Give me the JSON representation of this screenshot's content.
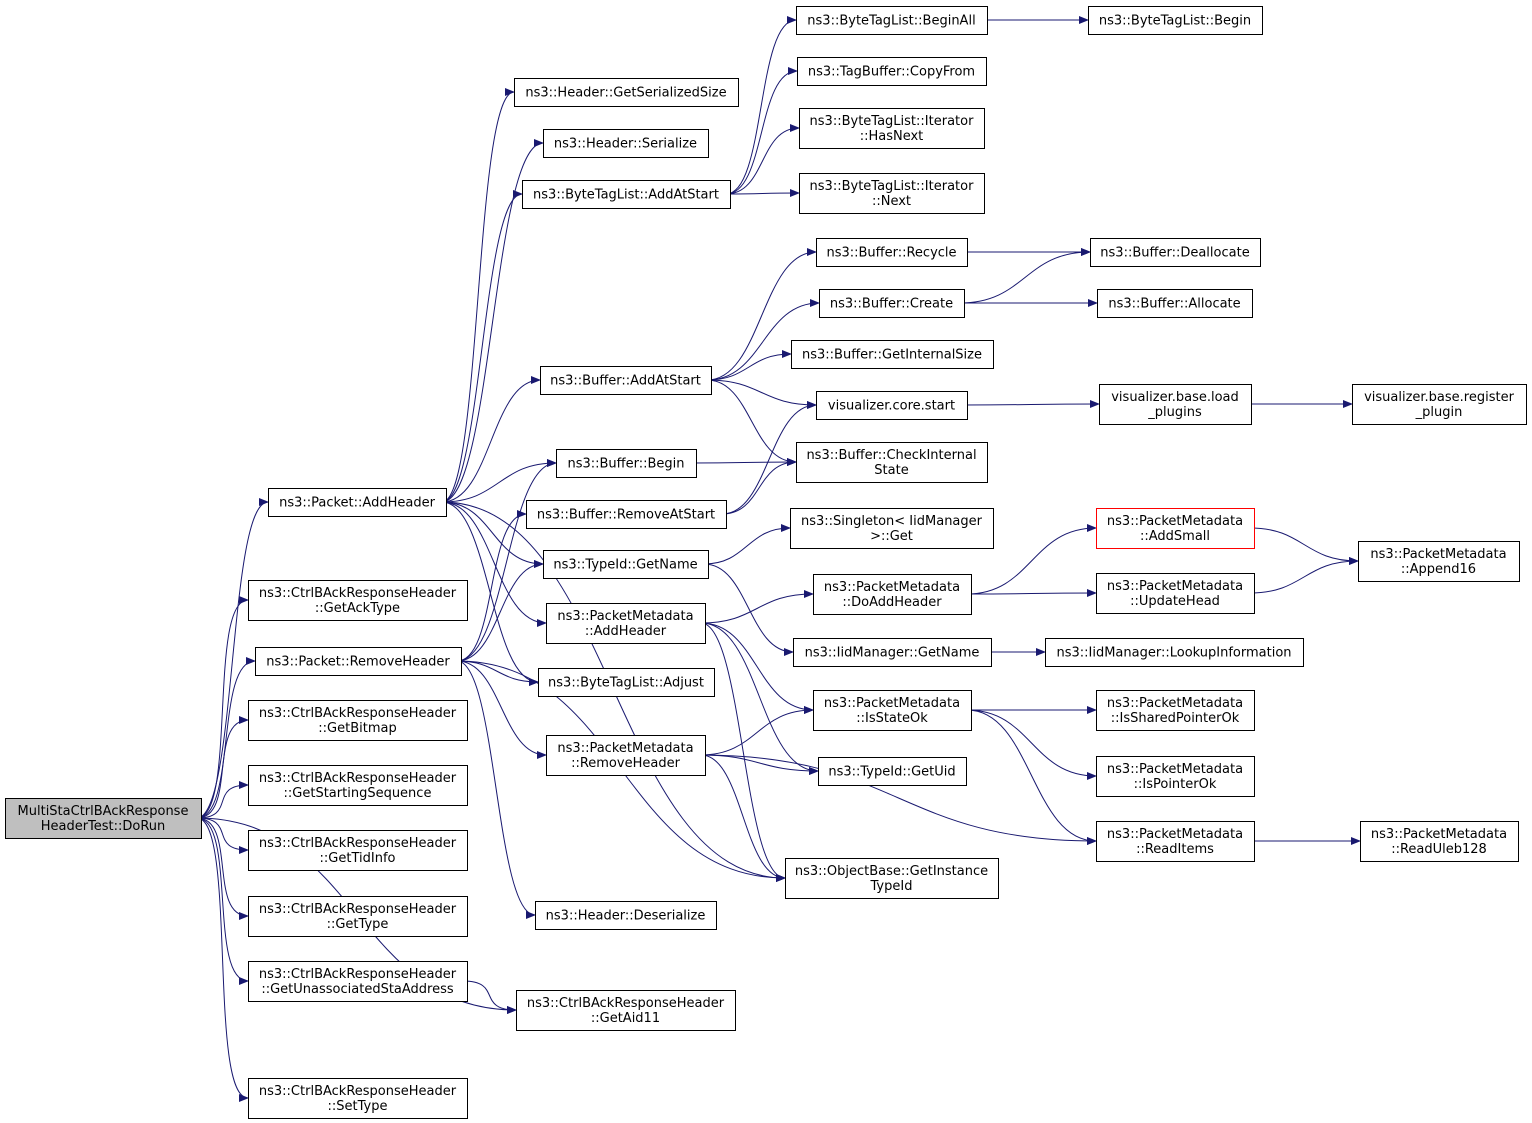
{
  "diagram": {
    "type": "call-graph",
    "nodes": [
      {
        "id": "root",
        "lines": [
          "MultiStaCtrlBAckResponse",
          "HeaderTest::DoRun"
        ],
        "root": true
      },
      {
        "id": "packet-addheader",
        "lines": [
          "ns3::Packet::AddHeader"
        ]
      },
      {
        "id": "ctrl-getacktype",
        "lines": [
          "ns3::CtrlBAckResponseHeader",
          "::GetAckType"
        ]
      },
      {
        "id": "packet-removeheader",
        "lines": [
          "ns3::Packet::RemoveHeader"
        ]
      },
      {
        "id": "ctrl-getbitmap",
        "lines": [
          "ns3::CtrlBAckResponseHeader",
          "::GetBitmap"
        ]
      },
      {
        "id": "ctrl-getstartingsequence",
        "lines": [
          "ns3::CtrlBAckResponseHeader",
          "::GetStartingSequence"
        ]
      },
      {
        "id": "ctrl-gettidinfo",
        "lines": [
          "ns3::CtrlBAckResponseHeader",
          "::GetTidInfo"
        ]
      },
      {
        "id": "ctrl-gettype",
        "lines": [
          "ns3::CtrlBAckResponseHeader",
          "::GetType"
        ]
      },
      {
        "id": "ctrl-getunassociatedstaaddress",
        "lines": [
          "ns3::CtrlBAckResponseHeader",
          "::GetUnassociatedStaAddress"
        ]
      },
      {
        "id": "ctrl-settype",
        "lines": [
          "ns3::CtrlBAckResponseHeader",
          "::SetType"
        ]
      },
      {
        "id": "header-getserializedsize",
        "lines": [
          "ns3::Header::GetSerializedSize"
        ]
      },
      {
        "id": "header-serialize",
        "lines": [
          "ns3::Header::Serialize"
        ]
      },
      {
        "id": "bytetaglist-addatstart",
        "lines": [
          "ns3::ByteTagList::AddAtStart"
        ]
      },
      {
        "id": "buffer-addatstart",
        "lines": [
          "ns3::Buffer::AddAtStart"
        ]
      },
      {
        "id": "buffer-begin",
        "lines": [
          "ns3::Buffer::Begin"
        ]
      },
      {
        "id": "buffer-removeatstart",
        "lines": [
          "ns3::Buffer::RemoveAtStart"
        ]
      },
      {
        "id": "typeid-getname",
        "lines": [
          "ns3::TypeId::GetName"
        ]
      },
      {
        "id": "packetmetadata-addheader",
        "lines": [
          "ns3::PacketMetadata",
          "::AddHeader"
        ]
      },
      {
        "id": "bytetaglist-adjust",
        "lines": [
          "ns3::ByteTagList::Adjust"
        ]
      },
      {
        "id": "packetmetadata-removeheader",
        "lines": [
          "ns3::PacketMetadata",
          "::RemoveHeader"
        ]
      },
      {
        "id": "header-deserialize",
        "lines": [
          "ns3::Header::Deserialize"
        ]
      },
      {
        "id": "ctrl-getaid11",
        "lines": [
          "ns3::CtrlBAckResponseHeader",
          "::GetAid11"
        ]
      },
      {
        "id": "bytetaglist-beginall",
        "lines": [
          "ns3::ByteTagList::BeginAll"
        ]
      },
      {
        "id": "tagbuffer-copyfrom",
        "lines": [
          "ns3::TagBuffer::CopyFrom"
        ]
      },
      {
        "id": "iterator-hasnext",
        "lines": [
          "ns3::ByteTagList::Iterator",
          "::HasNext"
        ]
      },
      {
        "id": "iterator-next",
        "lines": [
          "ns3::ByteTagList::Iterator",
          "::Next"
        ]
      },
      {
        "id": "buffer-recycle",
        "lines": [
          "ns3::Buffer::Recycle"
        ]
      },
      {
        "id": "buffer-create",
        "lines": [
          "ns3::Buffer::Create"
        ]
      },
      {
        "id": "buffer-getinternalsize",
        "lines": [
          "ns3::Buffer::GetInternalSize"
        ]
      },
      {
        "id": "visualizer-core-start",
        "lines": [
          "visualizer.core.start"
        ]
      },
      {
        "id": "buffer-checkinternalstate",
        "lines": [
          "ns3::Buffer::CheckInternal",
          "State"
        ]
      },
      {
        "id": "singleton-get",
        "lines": [
          "ns3::Singleton< IidManager",
          ">::Get"
        ]
      },
      {
        "id": "packetmetadata-doaddheader",
        "lines": [
          "ns3::PacketMetadata",
          "::DoAddHeader"
        ]
      },
      {
        "id": "iidmanager-getname",
        "lines": [
          "ns3::IidManager::GetName"
        ]
      },
      {
        "id": "packetmetadata-isstateok",
        "lines": [
          "ns3::PacketMetadata",
          "::IsStateOk"
        ]
      },
      {
        "id": "typeid-getuid",
        "lines": [
          "ns3::TypeId::GetUid"
        ]
      },
      {
        "id": "objectbase-getinstancetypeid",
        "lines": [
          "ns3::ObjectBase::GetInstance",
          "TypeId"
        ]
      },
      {
        "id": "bytetaglist-begin",
        "lines": [
          "ns3::ByteTagList::Begin"
        ]
      },
      {
        "id": "buffer-deallocate",
        "lines": [
          "ns3::Buffer::Deallocate"
        ]
      },
      {
        "id": "buffer-allocate",
        "lines": [
          "ns3::Buffer::Allocate"
        ]
      },
      {
        "id": "visualizer-base-load-plugins",
        "lines": [
          "visualizer.base.load",
          "_plugins"
        ]
      },
      {
        "id": "packetmetadata-addsmall",
        "lines": [
          "ns3::PacketMetadata",
          "::AddSmall"
        ],
        "highlight": true
      },
      {
        "id": "packetmetadata-updatehead",
        "lines": [
          "ns3::PacketMetadata",
          "::UpdateHead"
        ]
      },
      {
        "id": "iidmanager-lookupinformation",
        "lines": [
          "ns3::IidManager::LookupInformation"
        ]
      },
      {
        "id": "packetmetadata-issharedpointerok",
        "lines": [
          "ns3::PacketMetadata",
          "::IsSharedPointerOk"
        ]
      },
      {
        "id": "packetmetadata-ispointerok",
        "lines": [
          "ns3::PacketMetadata",
          "::IsPointerOk"
        ]
      },
      {
        "id": "packetmetadata-readitems",
        "lines": [
          "ns3::PacketMetadata",
          "::ReadItems"
        ]
      },
      {
        "id": "visualizer-base-register-plugin",
        "lines": [
          "visualizer.base.register",
          "_plugin"
        ]
      },
      {
        "id": "packetmetadata-append16",
        "lines": [
          "ns3::PacketMetadata",
          "::Append16"
        ]
      },
      {
        "id": "packetmetadata-readuleb128",
        "lines": [
          "ns3::PacketMetadata",
          "::ReadUleb128"
        ]
      }
    ],
    "edges": [
      {
        "from": "root",
        "to": "packet-addheader"
      },
      {
        "from": "root",
        "to": "ctrl-getacktype"
      },
      {
        "from": "root",
        "to": "packet-removeheader"
      },
      {
        "from": "root",
        "to": "ctrl-getbitmap"
      },
      {
        "from": "root",
        "to": "ctrl-getstartingsequence"
      },
      {
        "from": "root",
        "to": "ctrl-gettidinfo"
      },
      {
        "from": "root",
        "to": "ctrl-gettype"
      },
      {
        "from": "root",
        "to": "ctrl-getunassociatedstaaddress"
      },
      {
        "from": "root",
        "to": "ctrl-getaid11"
      },
      {
        "from": "root",
        "to": "ctrl-settype"
      },
      {
        "from": "packet-addheader",
        "to": "header-getserializedsize"
      },
      {
        "from": "packet-addheader",
        "to": "header-serialize"
      },
      {
        "from": "packet-addheader",
        "to": "bytetaglist-addatstart"
      },
      {
        "from": "packet-addheader",
        "to": "buffer-addatstart"
      },
      {
        "from": "packet-addheader",
        "to": "buffer-begin"
      },
      {
        "from": "packet-addheader",
        "to": "typeid-getname"
      },
      {
        "from": "packet-addheader",
        "to": "packetmetadata-addheader"
      },
      {
        "from": "packet-addheader",
        "to": "bytetaglist-adjust"
      },
      {
        "from": "packet-addheader",
        "to": "objectbase-getinstancetypeid"
      },
      {
        "from": "packet-removeheader",
        "to": "buffer-begin"
      },
      {
        "from": "packet-removeheader",
        "to": "buffer-removeatstart"
      },
      {
        "from": "packet-removeheader",
        "to": "typeid-getname"
      },
      {
        "from": "packet-removeheader",
        "to": "bytetaglist-adjust"
      },
      {
        "from": "packet-removeheader",
        "to": "packetmetadata-removeheader"
      },
      {
        "from": "packet-removeheader",
        "to": "objectbase-getinstancetypeid"
      },
      {
        "from": "packet-removeheader",
        "to": "header-deserialize"
      },
      {
        "from": "ctrl-getunassociatedstaaddress",
        "to": "ctrl-getaid11"
      },
      {
        "from": "bytetaglist-addatstart",
        "to": "bytetaglist-beginall"
      },
      {
        "from": "bytetaglist-addatstart",
        "to": "tagbuffer-copyfrom"
      },
      {
        "from": "bytetaglist-addatstart",
        "to": "iterator-hasnext"
      },
      {
        "from": "bytetaglist-addatstart",
        "to": "iterator-next"
      },
      {
        "from": "bytetaglist-beginall",
        "to": "bytetaglist-begin"
      },
      {
        "from": "buffer-addatstart",
        "to": "buffer-recycle"
      },
      {
        "from": "buffer-addatstart",
        "to": "buffer-create"
      },
      {
        "from": "buffer-addatstart",
        "to": "buffer-getinternalsize"
      },
      {
        "from": "buffer-addatstart",
        "to": "visualizer-core-start"
      },
      {
        "from": "buffer-addatstart",
        "to": "buffer-checkinternalstate"
      },
      {
        "from": "buffer-begin",
        "to": "buffer-checkinternalstate"
      },
      {
        "from": "buffer-removeatstart",
        "to": "visualizer-core-start"
      },
      {
        "from": "buffer-removeatstart",
        "to": "buffer-checkinternalstate"
      },
      {
        "from": "buffer-recycle",
        "to": "buffer-deallocate"
      },
      {
        "from": "buffer-create",
        "to": "buffer-deallocate"
      },
      {
        "from": "buffer-create",
        "to": "buffer-allocate"
      },
      {
        "from": "visualizer-core-start",
        "to": "visualizer-base-load-plugins"
      },
      {
        "from": "visualizer-base-load-plugins",
        "to": "visualizer-base-register-plugin"
      },
      {
        "from": "typeid-getname",
        "to": "singleton-get"
      },
      {
        "from": "typeid-getname",
        "to": "iidmanager-getname"
      },
      {
        "from": "iidmanager-getname",
        "to": "iidmanager-lookupinformation"
      },
      {
        "from": "packetmetadata-addheader",
        "to": "packetmetadata-doaddheader"
      },
      {
        "from": "packetmetadata-addheader",
        "to": "packetmetadata-isstateok"
      },
      {
        "from": "packetmetadata-addheader",
        "to": "typeid-getuid"
      },
      {
        "from": "packetmetadata-addheader",
        "to": "objectbase-getinstancetypeid"
      },
      {
        "from": "packetmetadata-removeheader",
        "to": "packetmetadata-isstateok"
      },
      {
        "from": "packetmetadata-removeheader",
        "to": "typeid-getuid"
      },
      {
        "from": "packetmetadata-removeheader",
        "to": "objectbase-getinstancetypeid"
      },
      {
        "from": "packetmetadata-removeheader",
        "to": "packetmetadata-readitems"
      },
      {
        "from": "packetmetadata-doaddheader",
        "to": "packetmetadata-addsmall"
      },
      {
        "from": "packetmetadata-doaddheader",
        "to": "packetmetadata-updatehead"
      },
      {
        "from": "packetmetadata-addsmall",
        "to": "packetmetadata-append16"
      },
      {
        "from": "packetmetadata-updatehead",
        "to": "packetmetadata-append16"
      },
      {
        "from": "packetmetadata-isstateok",
        "to": "packetmetadata-issharedpointerok"
      },
      {
        "from": "packetmetadata-isstateok",
        "to": "packetmetadata-ispointerok"
      },
      {
        "from": "packetmetadata-isstateok",
        "to": "packetmetadata-readitems"
      },
      {
        "from": "packetmetadata-readitems",
        "to": "packetmetadata-readuleb128"
      }
    ]
  }
}
